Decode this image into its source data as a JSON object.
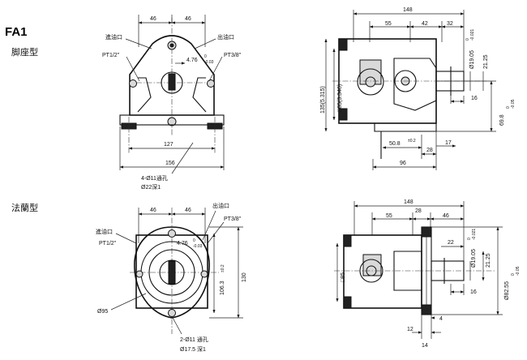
{
  "title": "FA1",
  "foot_mount": {
    "heading": "脚座型",
    "front": {
      "inlet": "進油口",
      "outlet": "出油口",
      "inlet_thread": "PT1/2\"",
      "outlet_thread": "PT3/8\"",
      "d46_left": "46",
      "d46_right": "46",
      "d476": "4.76",
      "d476_tol_top": "0",
      "d476_tol_bot": "-0.03",
      "d127": "127",
      "d156": "156",
      "hole_note": "4-Ø11通孔",
      "cbore_note": "Ø22深1"
    },
    "side": {
      "d148": "148",
      "d55": "55",
      "d42": "42",
      "d32": "32",
      "d135": "135(5.315)",
      "d85": "□85(3.346)",
      "d1905": "Ø19.05",
      "d1905_tol_top": "0",
      "d1905_tol_bot": "-0.021",
      "d2125": "21.25",
      "d16": "16",
      "d698": "69.8",
      "d698_tol_top": "0",
      "d698_tol_bot": "-0.05",
      "d508": "50.8",
      "d508_tol": "±0.2",
      "d28": "28",
      "d17": "17",
      "d96": "96"
    }
  },
  "flange_mount": {
    "heading": "法蘭型",
    "front": {
      "inlet": "進油口",
      "outlet": "出油口",
      "inlet_thread": "PT1/2\"",
      "outlet_thread": "PT3/8\"",
      "d46_left": "46",
      "d46_right": "46",
      "d476": "4.76",
      "d476_tol_top": "0",
      "d476_tol_bot": "-0.03",
      "d1063": "106.3",
      "d1063_tol": "±0.2",
      "d130": "130",
      "d95": "Ø95",
      "hole_note": "2-Ø11 通孔",
      "cbore_note": "Ø17.5 深1"
    },
    "side": {
      "d148": "148",
      "d55": "55",
      "d28": "28",
      "d46": "46",
      "d85": "□85",
      "d22": "22",
      "d1905": "Ø19.05",
      "d1905_tol_top": "0",
      "d1905_tol_bot": "-0.021",
      "d2125": "21.25",
      "d16": "16",
      "d8255": "Ø82.55",
      "d8255_tol_top": "0",
      "d8255_tol_bot": "-0.05",
      "d4": "4",
      "d12": "12",
      "d14": "14"
    }
  }
}
